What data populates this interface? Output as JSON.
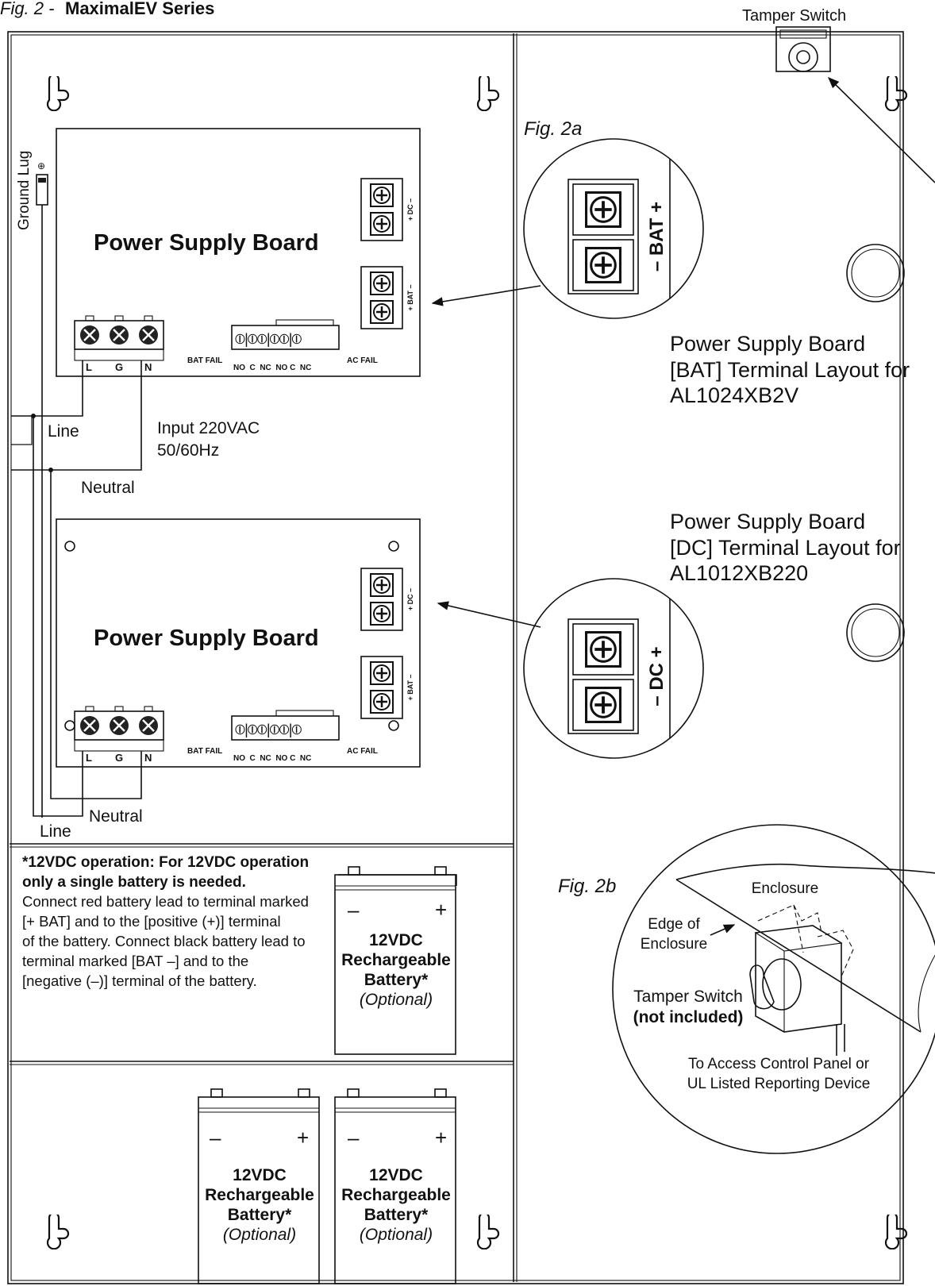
{
  "figure": {
    "prefix": "Fig. 2 -",
    "title": "MaximalEV Series"
  },
  "tamper_switch_label": "Tamper Switch",
  "ground_lug_label": "Ground Lug",
  "boards": [
    {
      "title": "Power Supply Board",
      "dc_label": "+ DC –",
      "bat_label": "+ BAT –",
      "bat_fail": "BAT FAIL",
      "ac_fail": "AC FAIL",
      "relay_contacts": "NO  C  NC  NO C  NC",
      "input_terminals": [
        "L",
        "G",
        "N"
      ]
    },
    {
      "title": "Power Supply Board",
      "dc_label": "+ DC –",
      "bat_label": "+ BAT –",
      "bat_fail": "BAT FAIL",
      "ac_fail": "AC FAIL",
      "relay_contacts": "NO  C  NC  NO C  NC",
      "input_terminals": [
        "L",
        "G",
        "N"
      ]
    }
  ],
  "wiring": {
    "line_top": "Line",
    "neutral_top": "Neutral",
    "input_line1": "Input 220VAC",
    "input_line2": "50/60Hz",
    "neutral_bottom": "Neutral",
    "line_bottom": "Line"
  },
  "fig2a": {
    "label": "Fig. 2a",
    "bat_terminal": "– BAT +",
    "dc_terminal": "– DC +",
    "bat_caption": [
      "Power Supply Board",
      "[BAT] Terminal Layout for",
      "AL1024XB2V"
    ],
    "dc_caption": [
      "Power Supply Board",
      "[DC] Terminal Layout for",
      "AL1012XB220"
    ]
  },
  "note": {
    "lines_bold": [
      "*12VDC operation: For 12VDC operation",
      "only a single battery is needed."
    ],
    "lines": [
      "Connect red battery lead to terminal marked",
      "[+ BAT] and to the [positive (+)] terminal",
      "of the battery. Connect black battery lead to",
      "terminal marked [BAT –] and to the",
      "[negative (–)] terminal of the battery."
    ]
  },
  "batteries": [
    {
      "minus": "–",
      "plus": "+",
      "l1": "12VDC",
      "l2": "Rechargeable",
      "l3": "Battery*",
      "l4": "(Optional)"
    },
    {
      "minus": "–",
      "plus": "+",
      "l1": "12VDC",
      "l2": "Rechargeable",
      "l3": "Battery*",
      "l4": "(Optional)"
    },
    {
      "minus": "–",
      "plus": "+",
      "l1": "12VDC",
      "l2": "Rechargeable",
      "l3": "Battery*",
      "l4": "(Optional)"
    }
  ],
  "fig2b": {
    "label": "Fig. 2b",
    "enclosure": "Enclosure",
    "edge_line1": "Edge of",
    "edge_line2": "Enclosure",
    "tamper_line1": "Tamper Switch",
    "tamper_line2": "(not included)",
    "access_line1": "To Access Control Panel or",
    "access_line2": "UL Listed Reporting Device"
  }
}
